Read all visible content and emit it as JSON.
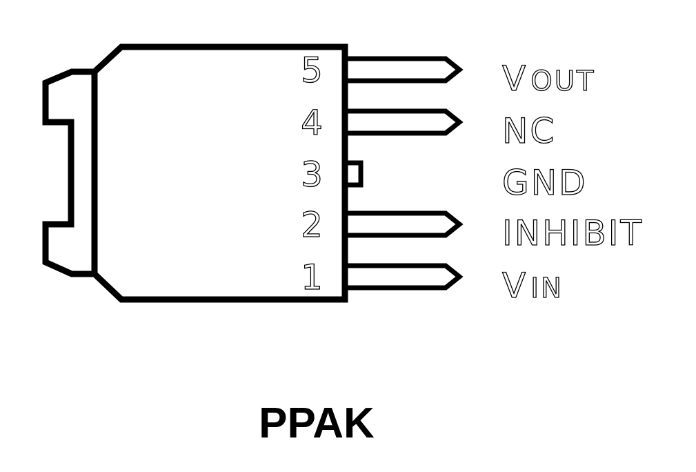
{
  "package_name": "PPAK",
  "pins": [
    {
      "number": "5",
      "main": "V",
      "sub": "OUT",
      "lead": "full"
    },
    {
      "number": "4",
      "main": "NC",
      "sub": "",
      "lead": "full"
    },
    {
      "number": "3",
      "main": "GND",
      "sub": "",
      "lead": "stub"
    },
    {
      "number": "2",
      "main": "INHIBIT",
      "sub": "",
      "lead": "full"
    },
    {
      "number": "1",
      "main": "V",
      "sub": "IN",
      "lead": "full"
    }
  ]
}
